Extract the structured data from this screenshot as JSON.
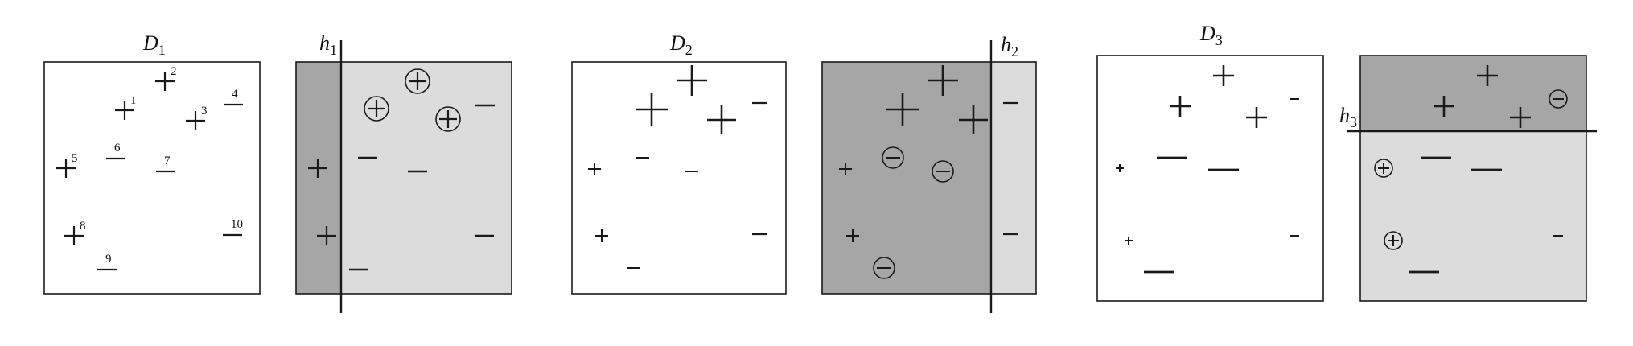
{
  "colors": {
    "dark_region": "#a6a6a6",
    "light_region": "#dcdcdc",
    "stroke": "#1a1a1a",
    "background": "#ffffff"
  },
  "panels": [
    {
      "id": "D1",
      "title": {
        "base": "D",
        "sub": "1"
      },
      "split": null,
      "marks": [
        {
          "sign": "+",
          "label": "1"
        },
        {
          "sign": "+",
          "label": "2"
        },
        {
          "sign": "+",
          "label": "3"
        },
        {
          "sign": "-",
          "label": "4"
        },
        {
          "sign": "+",
          "label": "5"
        },
        {
          "sign": "-",
          "label": "6"
        },
        {
          "sign": "-",
          "label": "7"
        },
        {
          "sign": "+",
          "label": "8"
        },
        {
          "sign": "-",
          "label": "9"
        },
        {
          "sign": "-",
          "label": "10"
        }
      ]
    },
    {
      "id": "h1",
      "title": {
        "base": "h",
        "sub": "1"
      },
      "split": "vertical",
      "marks": [
        {
          "sign": "+",
          "circled": true
        },
        {
          "sign": "+",
          "circled": true
        },
        {
          "sign": "+",
          "circled": true
        },
        {
          "sign": "-"
        },
        {
          "sign": "+"
        },
        {
          "sign": "-"
        },
        {
          "sign": "-"
        },
        {
          "sign": "+"
        },
        {
          "sign": "-"
        },
        {
          "sign": "-"
        }
      ]
    },
    {
      "id": "D2",
      "title": {
        "base": "D",
        "sub": "2"
      },
      "split": null,
      "marks": [
        {
          "sign": "+"
        },
        {
          "sign": "+"
        },
        {
          "sign": "+"
        },
        {
          "sign": "-"
        },
        {
          "sign": "+"
        },
        {
          "sign": "-"
        },
        {
          "sign": "-"
        },
        {
          "sign": "+"
        },
        {
          "sign": "-"
        },
        {
          "sign": "-"
        }
      ]
    },
    {
      "id": "h2",
      "title": {
        "base": "h",
        "sub": "2"
      },
      "split": "vertical",
      "marks": [
        {
          "sign": "+"
        },
        {
          "sign": "+"
        },
        {
          "sign": "+"
        },
        {
          "sign": "-"
        },
        {
          "sign": "+"
        },
        {
          "sign": "-",
          "circled": true
        },
        {
          "sign": "-",
          "circled": true
        },
        {
          "sign": "+"
        },
        {
          "sign": "-",
          "circled": true
        },
        {
          "sign": "-"
        }
      ]
    },
    {
      "id": "D3",
      "title": {
        "base": "D",
        "sub": "3"
      },
      "split": null,
      "marks": [
        {
          "sign": "+"
        },
        {
          "sign": "+"
        },
        {
          "sign": "+"
        },
        {
          "sign": "-"
        },
        {
          "sign": "+"
        },
        {
          "sign": "-"
        },
        {
          "sign": "-"
        },
        {
          "sign": "+"
        },
        {
          "sign": "-"
        },
        {
          "sign": "-"
        }
      ]
    },
    {
      "id": "h3",
      "title": {
        "base": "h",
        "sub": "3"
      },
      "split": "horizontal",
      "marks": [
        {
          "sign": "+"
        },
        {
          "sign": "+"
        },
        {
          "sign": "+"
        },
        {
          "sign": "-",
          "circled": true
        },
        {
          "sign": "+",
          "circled": true
        },
        {
          "sign": "-"
        },
        {
          "sign": "-"
        },
        {
          "sign": "+",
          "circled": true
        },
        {
          "sign": "-"
        },
        {
          "sign": "-"
        }
      ]
    }
  ]
}
